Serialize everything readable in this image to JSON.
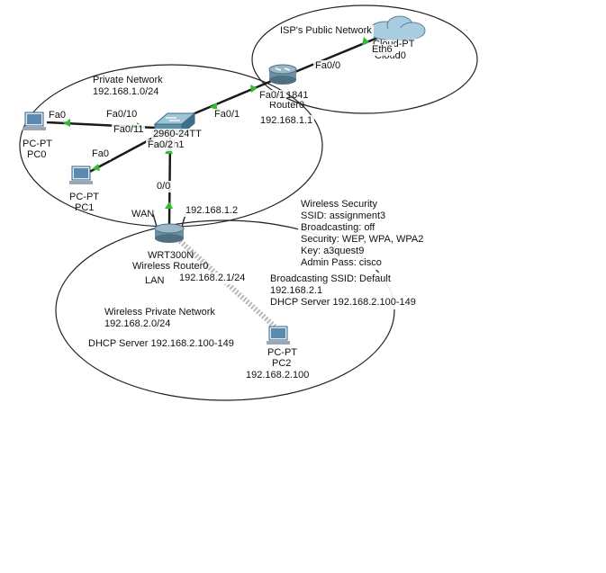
{
  "networks": {
    "isp": {
      "title": "ISP's Public Network"
    },
    "private": {
      "title": "Private Network",
      "subnet": "192.168.1.0/24"
    },
    "wireless": {
      "title": "Wireless Private Network",
      "subnet": "192.168.2.0/24",
      "dhcp": "DHCP Server 192.168.2.100-149"
    }
  },
  "devices": {
    "cloud": {
      "type": "Cloud-PT",
      "name": "Cloud0",
      "port": "Eth6"
    },
    "router": {
      "type": "1841",
      "name": "Router0",
      "ip": "192.168.1.1"
    },
    "switch": {
      "type": "2960-24TT",
      "name": "Switch1"
    },
    "pc0": {
      "type": "PC-PT",
      "name": "PC0"
    },
    "pc1": {
      "type": "PC-PT",
      "name": "PC1"
    },
    "pc2": {
      "type": "PC-PT",
      "name": "PC2",
      "ip": "192.168.2.100"
    },
    "wrouter": {
      "type": "WRT300N",
      "name": "Wireless Router0",
      "lan": "LAN",
      "wan": "WAN",
      "wan_ip": "192.168.1.2",
      "lan_ip": "192.168.2.1/24"
    }
  },
  "ports": {
    "router_cloud": "Fa0/0",
    "router_switch": "Fa0/1",
    "switch_router": "Fa0/1",
    "switch_pc0": "Fa0/10",
    "switch_pc0_b": "Fa0/11",
    "pc0": "Fa0",
    "pc1": "Fa0",
    "switch_pc1": "Fa0/2",
    "wrouter_wan": "0/0"
  },
  "wireless_security": {
    "title": "Wireless Security",
    "ssid": "SSID: assignment3",
    "broadcasting": "Broadcasting: off",
    "security": "Security: WEP, WPA, WPA2",
    "key": "Key: a3quest9",
    "admin": "Admin Pass: cisco"
  },
  "broadcast_info": {
    "ssid": "Broadcasting SSID: Default",
    "ip": "192.168.2.1",
    "dhcp": "DHCP Server 192.168.2.100-149"
  },
  "colors": {
    "link": "#1a1a1a",
    "link_up": "#33bb33",
    "ellipse": "#222222",
    "router": "#6f8fa3",
    "switch": "#5d8fa8",
    "cloud": "#a8cde0",
    "pc": "#5b8ab0",
    "wireless": "#c8c8c8"
  }
}
